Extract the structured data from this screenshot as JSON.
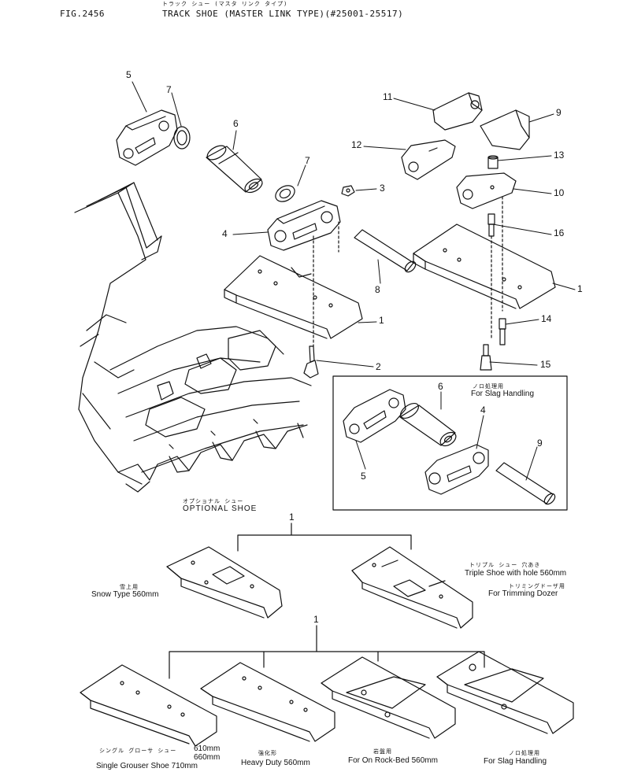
{
  "header": {
    "fig": "FIG.2456",
    "jp_title": "トラック シュー (マスタ リンク タイプ)",
    "title": "TRACK SHOE (MASTER LINK TYPE)(#25001-25517)"
  },
  "callouts": [
    "5",
    "7",
    "6",
    "7",
    "3",
    "4",
    "8",
    "1",
    "2",
    "11",
    "9",
    "12",
    "13",
    "10",
    "16",
    "1",
    "14",
    "15",
    "6",
    "4",
    "9",
    "5",
    "1",
    "1"
  ],
  "captions": {
    "slag_top_jp": "ノロ処理用",
    "slag_top": "For Slag Handling",
    "optional_jp": "オプショナル シュー",
    "optional": "OPTIONAL SHOE",
    "snow_jp": "雪上用",
    "snow": "Snow Type 560mm",
    "triple_jp": "トリプル シュー 穴あき",
    "triple": "Triple Shoe with hole 560mm",
    "trimming_jp": "トリミングドーザ用",
    "trimming": "For Trimming Dozer",
    "single_jp": "シングル グローサ シュー",
    "single_sizes": [
      "610mm",
      "660mm"
    ],
    "single": "Single Grouser Shoe 710mm",
    "heavy_jp": "強化形",
    "heavy": "Heavy Duty 560mm",
    "rock_jp": "岩盤用",
    "rock": "For On Rock-Bed 560mm",
    "slag_bottom_jp": "ノロ処理用",
    "slag_bottom": "For Slag Handling"
  }
}
